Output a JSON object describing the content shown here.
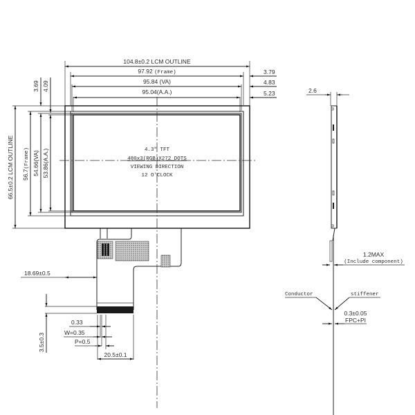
{
  "drawing": {
    "type": "LCM mechanical outline drawing",
    "front_view": {
      "horizontal_dims": {
        "lcm_outline": "104.8±0.2 LCM OUTLINE",
        "frame": "97.92",
        "frame_suffix": "(Frame)",
        "va": "95.84 (VA)",
        "aa": "95.04(A.A.)"
      },
      "right_offsets": [
        "3.79",
        "4.83",
        "5.23"
      ],
      "top_offsets": [
        "3.69",
        "4.09"
      ],
      "vertical_dims": {
        "lcm_outline": "66.5±0.2 LCM OUTLINE",
        "frame": "56.7",
        "frame_suffix": "(Frame)",
        "va": "54.66(VA)",
        "aa": "53.86(A.A.)"
      },
      "panel_text": {
        "line1": "4.3\" TFT",
        "line2": "480x3(RGB)X272 DOTS",
        "line3": "VIEWING DIRECTION",
        "line4": "12 O'CLOCK"
      },
      "fpc_dims": {
        "offset": "18.69±0.5",
        "pin_width_a": "0.33",
        "pin_width": "W=0.35",
        "pitch": "P=0.5",
        "fpc_width": "20.5±0.1",
        "contact_length": "3.5±0.3"
      }
    },
    "side_view": {
      "thickness": "2.6",
      "component_height": "1.2MAX",
      "component_note": "(Include component)",
      "label_conductor": "Conductor",
      "label_stiffener": "stiffener",
      "fpc_thickness": "0.3±0.05",
      "fpc_material": "FPC+PI"
    },
    "colors": {
      "line": "#222222",
      "background": "#ffffff",
      "hatch": "#bdbdbd"
    }
  }
}
